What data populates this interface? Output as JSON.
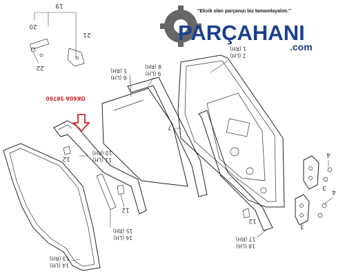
{
  "brand": {
    "slogan": "\"Eksik olan parçanızı biz tamamlayalım.\"",
    "name": "PARÇAHANI",
    "domain": ".com",
    "color": "#1c3f8f"
  },
  "part_code": "OK60A 58760",
  "highlight_color": "#d4262a",
  "callouts": {
    "c19": "19",
    "c20": "20",
    "c21": "21",
    "c22": "22",
    "c1": "1 (RH)",
    "c2": "2 (LH)",
    "c8": "8 (RH)",
    "c9": "9 (LH)",
    "c5": "5 (RH)",
    "c6": "6 (LH)",
    "c7": "7",
    "c10": "10 (RH)",
    "c11": "11 (LH)",
    "c12a": "12",
    "c12b": "12",
    "c12c": "12",
    "c15": "15 (RH)",
    "c16": "16 (LH)",
    "c13": "13 (RH)",
    "c14": "14 (LH)",
    "c17": "17 (RH)",
    "c18": "18 (LH)",
    "c4a": "4",
    "c4b": "4",
    "c3a": "3",
    "c3b": "3"
  }
}
